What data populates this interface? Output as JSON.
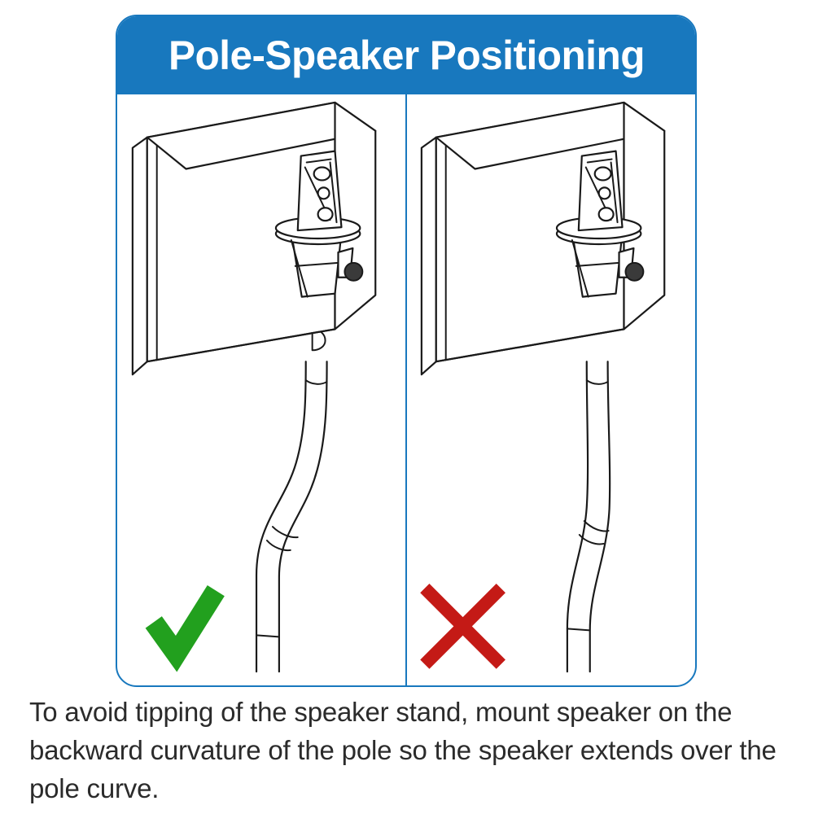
{
  "card": {
    "title": "Pole-Speaker Positioning",
    "header_color": "#1878be",
    "border_color": "#1878be",
    "background_color": "#ffffff"
  },
  "panels": [
    {
      "id": "correct",
      "verdict_icon": "checkmark-icon",
      "verdict": "correct",
      "verdict_color": "#22a01e",
      "pole_curve_direction": "backward",
      "description": "Speaker mounted on the backward curvature of the pole, speaker extends over the pole curve"
    },
    {
      "id": "incorrect",
      "verdict_icon": "cross-icon",
      "verdict": "incorrect",
      "verdict_color": "#c41a16",
      "pole_curve_direction": "forward",
      "description": "Speaker mounted on the forward side of the pole curvature, which can tip the stand"
    }
  ],
  "caption": {
    "text": "To avoid tipping of the speaker stand, mount speaker on the backward curvature of the pole so the speaker extends over the pole curve.",
    "color": "#2b2b2b"
  },
  "line_art": {
    "stroke_color": "#1a1a1a",
    "fill_color": "#ffffff",
    "knob_color": "#3a3a3a"
  }
}
